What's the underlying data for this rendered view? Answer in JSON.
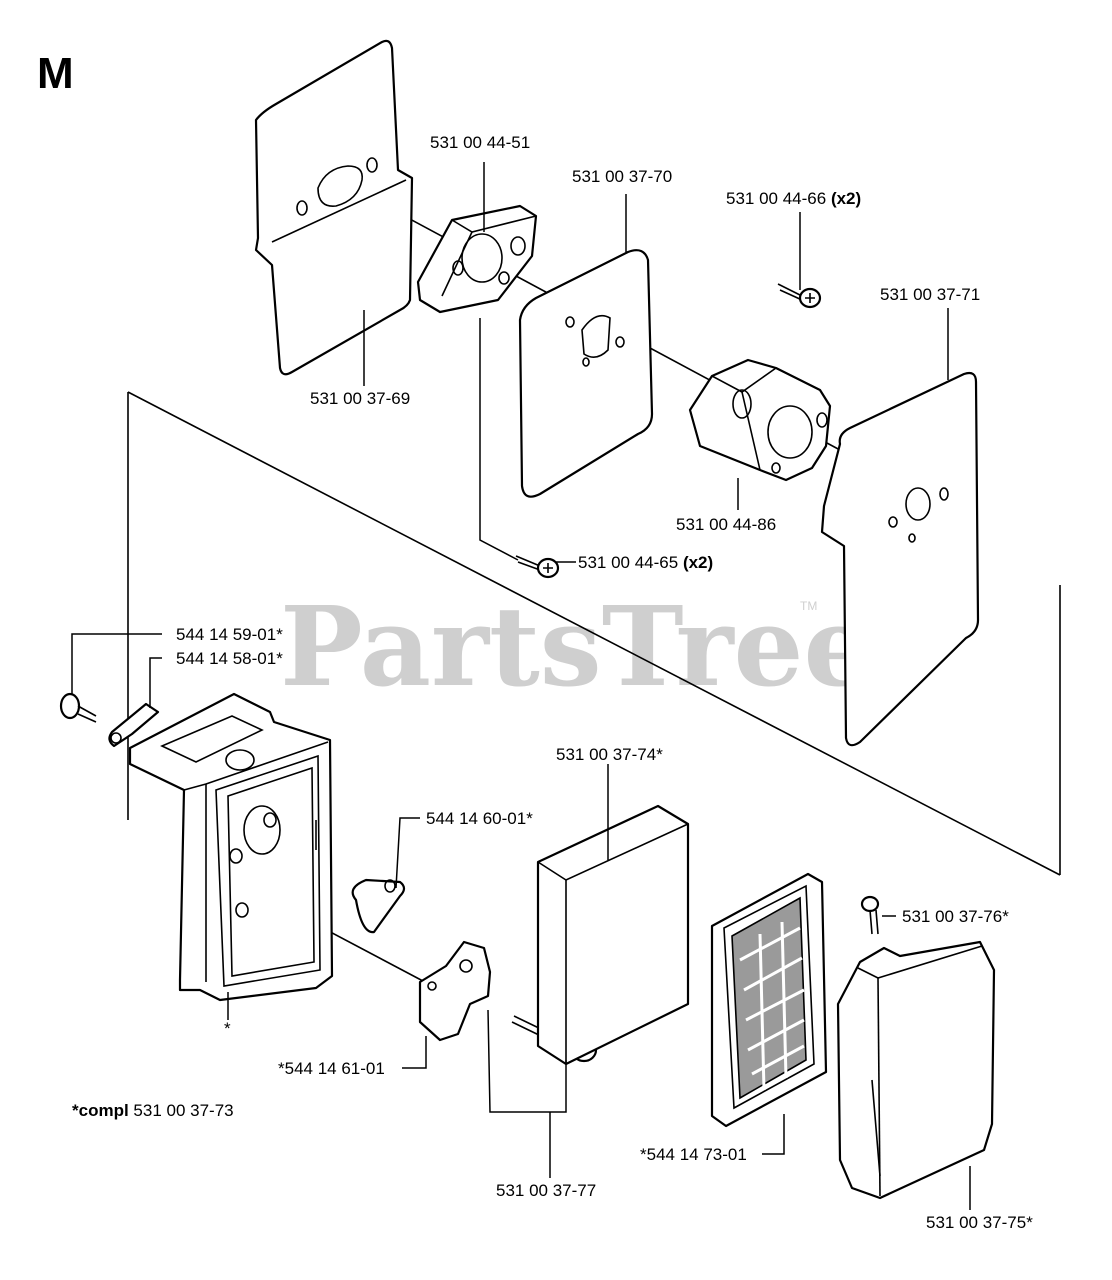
{
  "section": "M",
  "watermark": {
    "text": "PartsTree",
    "trademark": "TM"
  },
  "labels": {
    "p_531_00_44_51": "531 00 44-51",
    "p_531_00_37_70": "531 00 37-70",
    "p_531_00_44_66": "531 00 44-66",
    "p_531_00_44_66_qty": "(x2)",
    "p_531_00_37_71": "531 00 37-71",
    "p_531_00_37_69": "531 00 37-69",
    "p_531_00_44_86": "531 00 44-86",
    "p_531_00_44_65": "531 00 44-65",
    "p_531_00_44_65_qty": "(x2)",
    "p_544_14_59_01": "544 14 59-01*",
    "p_544_14_58_01": "544 14 58-01*",
    "p_531_00_37_74": "531 00 37-74*",
    "p_544_14_60_01": "544 14 60-01*",
    "p_531_00_37_76": "531 00 37-76*",
    "p_asterisk": "*",
    "p_544_14_61_01": "*544 14 61-01",
    "compl_prefix": "*compl",
    "compl_number": "531 00 37-73",
    "p_544_14_73_01": "*544 14 73-01",
    "p_531_00_37_77": "531 00 37-77",
    "p_531_00_37_75": "531 00 37-75*"
  }
}
